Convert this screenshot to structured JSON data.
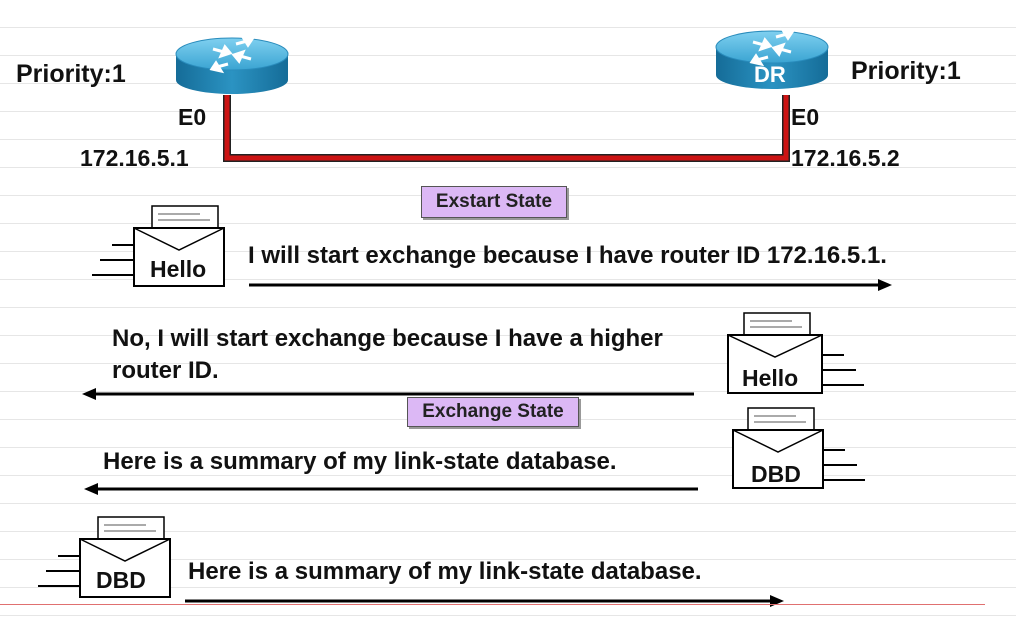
{
  "routers": {
    "left": {
      "priority": "Priority:1",
      "interface": "E0",
      "ip": "172.16.5.1"
    },
    "right": {
      "priority": "Priority:1",
      "interface": "E0",
      "ip": "172.16.5.2",
      "badge": "DR"
    }
  },
  "states": {
    "exstart": "Exstart State",
    "exchange": "Exchange State"
  },
  "messages": [
    {
      "text": "I will start exchange because I have router ID 172.16.5.1.",
      "packet": "Hello",
      "direction": "right"
    },
    {
      "text": "No, I will start exchange because I have a higher router ID.",
      "packet": "Hello",
      "direction": "left"
    },
    {
      "text": "Here is a summary of my link-state database.",
      "packet": "DBD",
      "direction": "left"
    },
    {
      "text": "Here is a summary of my link-state database.",
      "packet": "DBD",
      "direction": "right"
    }
  ],
  "colors": {
    "link": "#cc1414",
    "router_top": "#4bb0d8",
    "router_side": "#1e7fae",
    "state_fill": "#dcb8f5"
  }
}
